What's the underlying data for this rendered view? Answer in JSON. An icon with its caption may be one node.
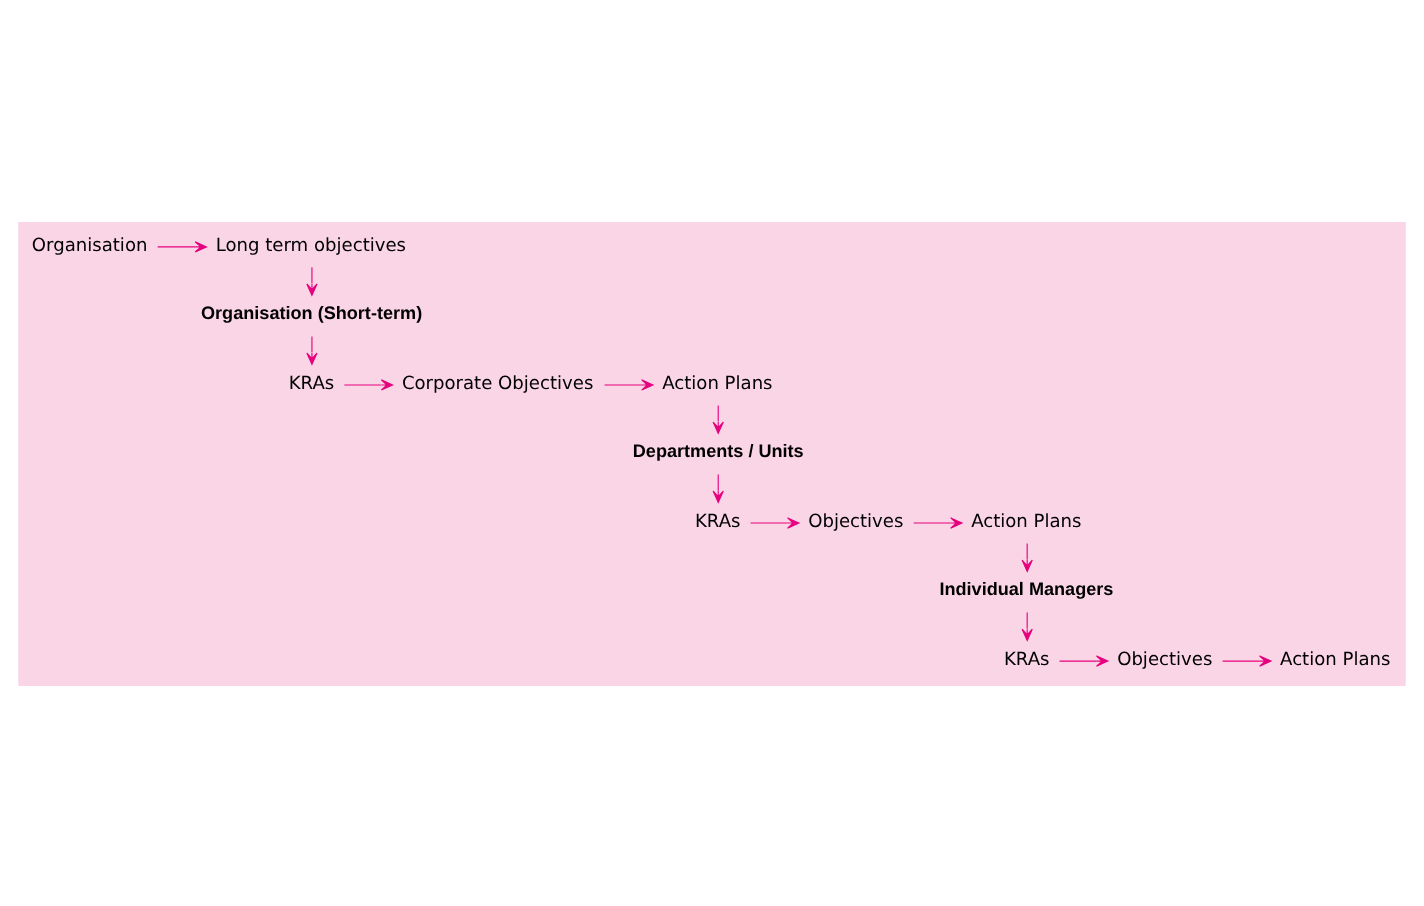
{
  "diagram": {
    "nodes": [
      {
        "text": [
          "Organisation"
        ]
      },
      {
        "text": [
          "Long term objectives"
        ]
      },
      {
        "text": [
          "Organisation (Short-term)"
        ]
      },
      {
        "text": [
          "KRAs"
        ]
      },
      {
        "text": [
          "Corporate Objectives"
        ]
      },
      {
        "text": [
          "Action Plans"
        ]
      },
      {
        "text": [
          "Departments / Units"
        ]
      },
      {
        "text": [
          "KRAs"
        ]
      },
      {
        "text": [
          "Objectives"
        ]
      },
      {
        "text": [
          "Action Plans"
        ]
      },
      {
        "text": [
          "Individual Managers"
        ]
      },
      {
        "text": [
          "KRAs"
        ]
      },
      {
        "text": [
          "Objectives"
        ]
      },
      {
        "text": [
          "Action Plans"
        ]
      }
    ],
    "edges": [
      {
        "from": 0,
        "to": 1,
        "arrow": "to"
      },
      {
        "from": 1,
        "to": 2,
        "arrow": "to"
      },
      {
        "from": 2,
        "to": 3,
        "arrow": "to"
      },
      {
        "from": 3,
        "to": 4,
        "arrow": "to"
      },
      {
        "from": 4,
        "to": 5,
        "arrow": "to"
      },
      {
        "from": 5,
        "to": 6,
        "arrow": "to"
      },
      {
        "from": 6,
        "to": 7,
        "arrow": "to"
      },
      {
        "from": 7,
        "to": 8,
        "arrow": "to"
      },
      {
        "from": 8,
        "to": 9,
        "arrow": "to"
      },
      {
        "from": 9,
        "to": 10,
        "arrow": "to"
      },
      {
        "from": 10,
        "to": 11,
        "arrow": "to"
      },
      {
        "from": 11,
        "to": 12,
        "arrow": "to"
      },
      {
        "from": 12,
        "to": 13,
        "arrow": "to"
      }
    ]
  }
}
